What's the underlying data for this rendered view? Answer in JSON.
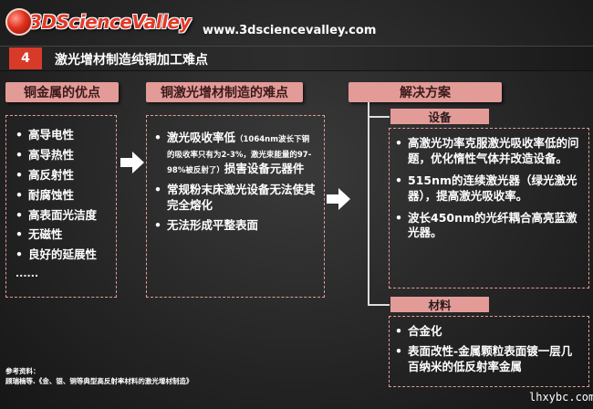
{
  "logo": {
    "text": "3DScienceValley"
  },
  "url": "www.3dsciencevalley.com",
  "title": {
    "number": "4",
    "text": "激光增材制造纯铜加工难点"
  },
  "col1": {
    "header": "铜金属的优点",
    "items": [
      "高导电性",
      "高导热性",
      "高反射性",
      "耐腐蚀性",
      "高表面光洁度",
      "无磁性",
      "良好的延展性"
    ],
    "ellipsis": "......"
  },
  "col2": {
    "header": "铜激光增材制造的难点",
    "item1_main": "激光吸收率低",
    "item1_note": "（1064nm波长下铜的吸收率只有为2-3%，激光束能量的97-98%被反射了）",
    "item1_tail": "损害设备元器件",
    "item2": "常规粉末床激光设备无法使其完全熔化",
    "item3": "无法形成平整表面"
  },
  "col3": {
    "header": "解决方案",
    "equipment": {
      "label": "设备",
      "items": [
        "高激光功率克服激光吸收率低的问题，优化惰性气体并改造设备。",
        "515nm的连续激光器（绿光激光器），提高激光吸收率。",
        "波长450nm的光纤耦合高亮蓝激光器。"
      ]
    },
    "material": {
      "label": "材料",
      "items": [
        "合金化",
        "表面改性-金属颗粒表面镀一层几百纳米的低反射率金属"
      ]
    }
  },
  "reference": {
    "label": "参考资料：",
    "text": "顾瑞楠等.《金、银、铜等典型高反射率材料的激光增材制造》"
  },
  "watermark": "lhxybc.com"
}
